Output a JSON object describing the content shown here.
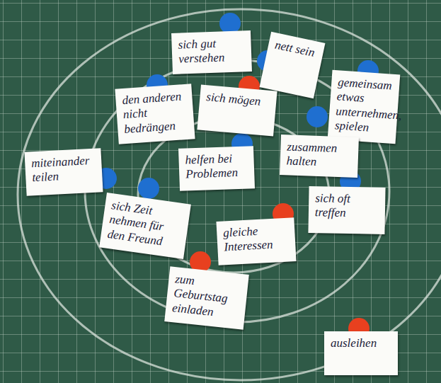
{
  "diagram": {
    "nodes": [
      {
        "text": [
          "sich gut verstehen"
        ]
      },
      {
        "text": [
          "nett sein"
        ]
      },
      {
        "text": [
          "gemeinsam etwas unternehmen, spielen"
        ]
      },
      {
        "text": [
          "den anderen nicht bedrängen"
        ]
      },
      {
        "text": [
          "sich mögen"
        ]
      },
      {
        "text": [
          "zusammen halten"
        ]
      },
      {
        "text": [
          "miteinander teilen"
        ]
      },
      {
        "text": [
          "helfen bei Problemen"
        ]
      },
      {
        "text": [
          "sich oft treffen"
        ]
      },
      {
        "text": [
          "sich Zeit nehmen für den Freund"
        ]
      },
      {
        "text": [
          "gleiche Interessen"
        ]
      },
      {
        "text": [
          "zum Geburtstag einladen"
        ]
      },
      {
        "text": [
          "ausleihen"
        ]
      }
    ]
  }
}
